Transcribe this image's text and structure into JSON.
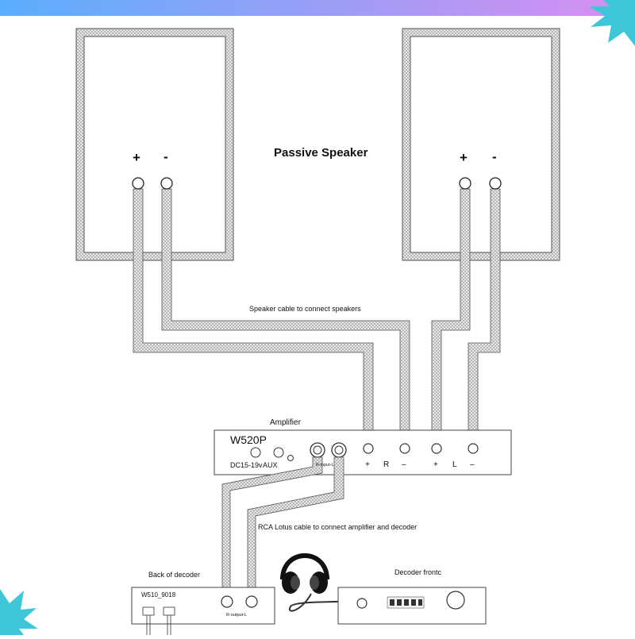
{
  "speaker": {
    "title": "Passive Speaker",
    "plus": "+",
    "minus": "-"
  },
  "cables": {
    "speaker_cable": "Speaker cable to connect speakers",
    "rca_cable": "RCA Lotus cable to connect amplifier and decoder"
  },
  "amplifier": {
    "section_label": "Amplifier",
    "model": "W520P",
    "power": "DC15-19v",
    "aux": "AUX",
    "input": "R-input-L",
    "r_plus": "+",
    "r_label": "R",
    "r_minus": "–",
    "l_plus": "+",
    "l_label": "L",
    "l_minus": "–"
  },
  "decoder_back": {
    "section_label": "Back of decoder",
    "model": "W510_9018",
    "output": "R-output-L"
  },
  "decoder_front": {
    "section_label": "Decoder frontc"
  },
  "colors": {
    "top_gradient_start": "#5aaefc",
    "top_gradient_end": "#d98ef0",
    "accent_splash": "#3fc6d8",
    "cable_fill": "#d4d4d4",
    "line": "#333333"
  },
  "icons": [
    "headphones-icon",
    "splash-decoration-icon"
  ]
}
